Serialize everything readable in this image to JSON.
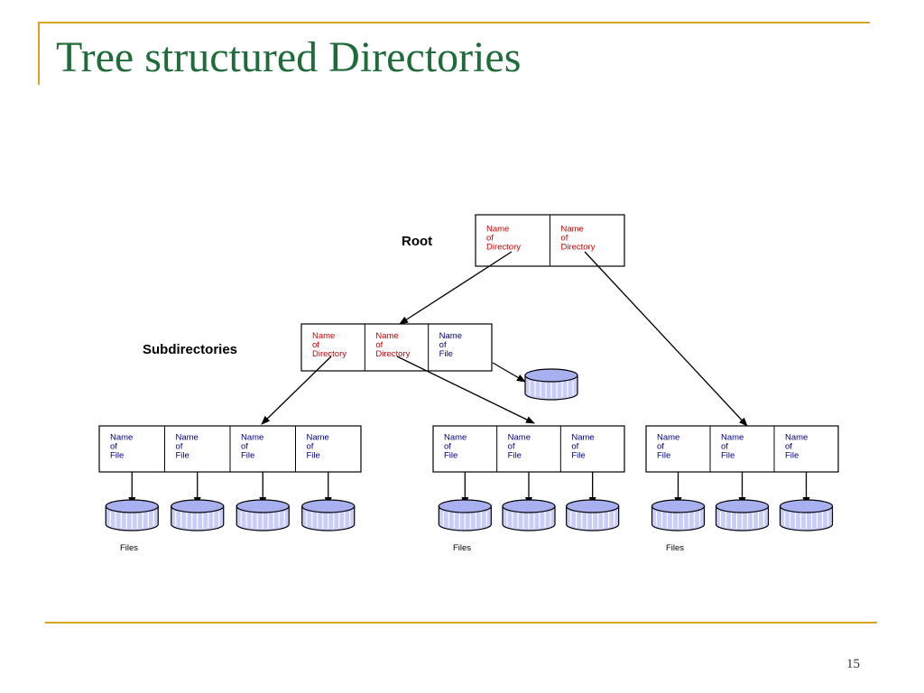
{
  "slide": {
    "title": "Tree structured Directories",
    "page_number": "15"
  },
  "colors": {
    "accent": "#d9a520",
    "title": "#1f6b3a",
    "directory_text": "#cc0000",
    "file_text": "#00008b",
    "disk_fill": "#c9cdf7"
  },
  "diagram": {
    "root_label": "Root",
    "subdirectories_label": "Subdirectories",
    "files_label": "Files",
    "root_entries": [
      {
        "type": "directory",
        "lines": [
          "Name",
          "of",
          "Directory"
        ]
      },
      {
        "type": "directory",
        "lines": [
          "Name",
          "of",
          "Directory"
        ]
      }
    ],
    "subdirectory_entries": [
      {
        "type": "directory",
        "lines": [
          "Name",
          "of",
          "Directory"
        ]
      },
      {
        "type": "directory",
        "lines": [
          "Name",
          "of",
          "Directory"
        ]
      },
      {
        "type": "file",
        "lines": [
          "Name",
          "of",
          "File"
        ]
      }
    ],
    "file_groups": [
      {
        "entries": [
          {
            "type": "file",
            "lines": [
              "Name",
              "of",
              "File"
            ]
          },
          {
            "type": "file",
            "lines": [
              "Name",
              "of",
              "File"
            ]
          },
          {
            "type": "file",
            "lines": [
              "Name",
              "of",
              "File"
            ]
          },
          {
            "type": "file",
            "lines": [
              "Name",
              "of",
              "File"
            ]
          }
        ]
      },
      {
        "entries": [
          {
            "type": "file",
            "lines": [
              "Name",
              "of",
              "File"
            ]
          },
          {
            "type": "file",
            "lines": [
              "Name",
              "of",
              "File"
            ]
          },
          {
            "type": "file",
            "lines": [
              "Name",
              "of",
              "File"
            ]
          }
        ]
      },
      {
        "entries": [
          {
            "type": "file",
            "lines": [
              "Name",
              "of",
              "File"
            ]
          },
          {
            "type": "file",
            "lines": [
              "Name",
              "of",
              "File"
            ]
          },
          {
            "type": "file",
            "lines": [
              "Name",
              "of",
              "File"
            ]
          }
        ]
      }
    ]
  }
}
